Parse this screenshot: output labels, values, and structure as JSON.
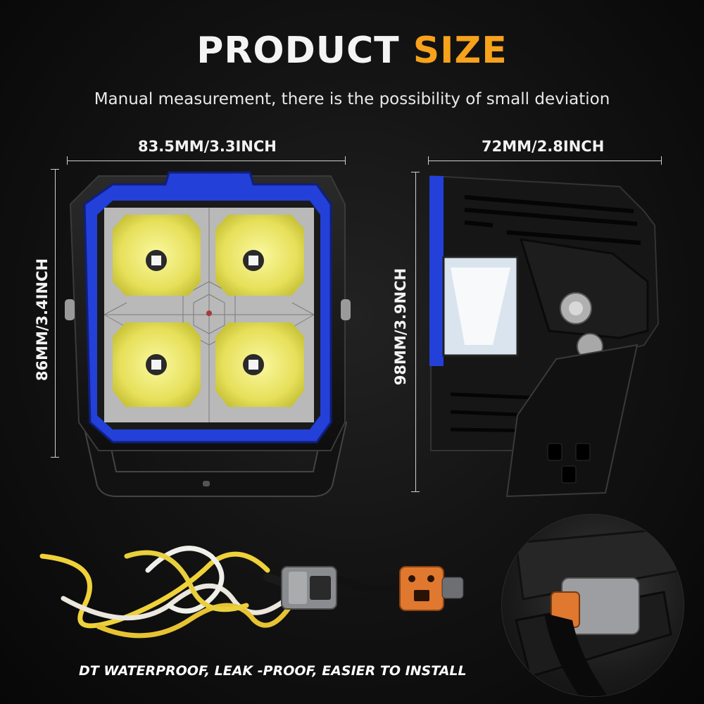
{
  "header": {
    "title_word1": "PRODUCT",
    "title_word2": "SIZE",
    "subtitle": "Manual measurement, there is the possibility of small deviation"
  },
  "dimensions": {
    "front_width": "83.5MM/3.3INCH",
    "front_height": "86MM/3.4INCH",
    "side_width": "72MM/2.8INCH",
    "side_height": "98MM/3.9NCH"
  },
  "footer": {
    "caption": "DT WATERPROOF, LEAK -PROOF, EASIER TO INSTALL"
  },
  "colors": {
    "accent_orange": "#f7a21b",
    "housing_blue": "#2340d8",
    "led_yellow": "#e8e35a",
    "connector_orange": "#e0782f"
  }
}
